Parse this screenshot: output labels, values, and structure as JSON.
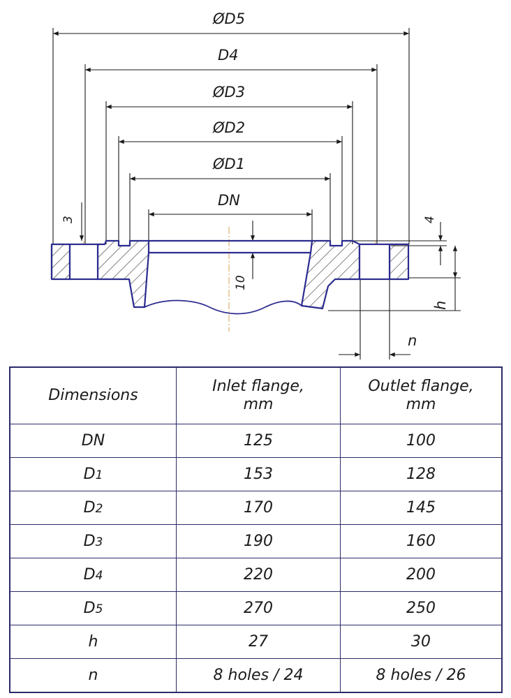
{
  "drawing": {
    "labels": {
      "d5": "ØD5",
      "d4": "D4",
      "d3": "ØD3",
      "d2": "ØD2",
      "d1": "ØD1",
      "dn": "DN",
      "step_left": "3",
      "step_right": "4",
      "bore_depth": "10",
      "height": "h",
      "hole": "n"
    }
  },
  "table": {
    "headers": {
      "dimensions": "Dimensions",
      "inlet_line1": "Inlet flange,",
      "inlet_line2": "mm",
      "outlet_line1": "Outlet flange,",
      "outlet_line2": "mm"
    },
    "rows": [
      {
        "sym": "DN",
        "sub": "",
        "inlet": "125",
        "outlet": "100"
      },
      {
        "sym": "D",
        "sub": "1",
        "inlet": "153",
        "outlet": "128"
      },
      {
        "sym": "D",
        "sub": "2",
        "inlet": "170",
        "outlet": "145"
      },
      {
        "sym": "D",
        "sub": "3",
        "inlet": "190",
        "outlet": "160"
      },
      {
        "sym": "D",
        "sub": "4",
        "inlet": "220",
        "outlet": "200"
      },
      {
        "sym": "D",
        "sub": "5",
        "inlet": "270",
        "outlet": "250"
      },
      {
        "sym": "h",
        "sub": "",
        "inlet": "27",
        "outlet": "30"
      },
      {
        "sym": "n",
        "sub": "",
        "inlet": "8 holes  /  24",
        "outlet": "8 holes  /  26"
      }
    ]
  },
  "colors": {
    "outline": "#2b2b8f",
    "dimension": "#1a1a1a",
    "centerline": "#d4a050",
    "table_border": "#2b2b6b"
  }
}
